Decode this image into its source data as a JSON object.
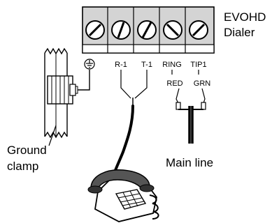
{
  "device": {
    "name_line1": "EVOHD",
    "name_line2": "Dialer"
  },
  "terminals": [
    {
      "id": "ground",
      "label": ""
    },
    {
      "id": "r1",
      "label": "R-1"
    },
    {
      "id": "t1",
      "label": "T-1"
    },
    {
      "id": "ring",
      "label": "RING"
    },
    {
      "id": "tip1",
      "label": "TIP1"
    }
  ],
  "wires": {
    "ring_color": "RED",
    "tip_color": "GRN"
  },
  "callouts": {
    "ground_clamp_line1": "Ground",
    "ground_clamp_line2": "clamp",
    "main_line": "Main line"
  },
  "icons": [
    "ground-symbol-icon",
    "screw-terminal-icon",
    "telephone-icon"
  ]
}
